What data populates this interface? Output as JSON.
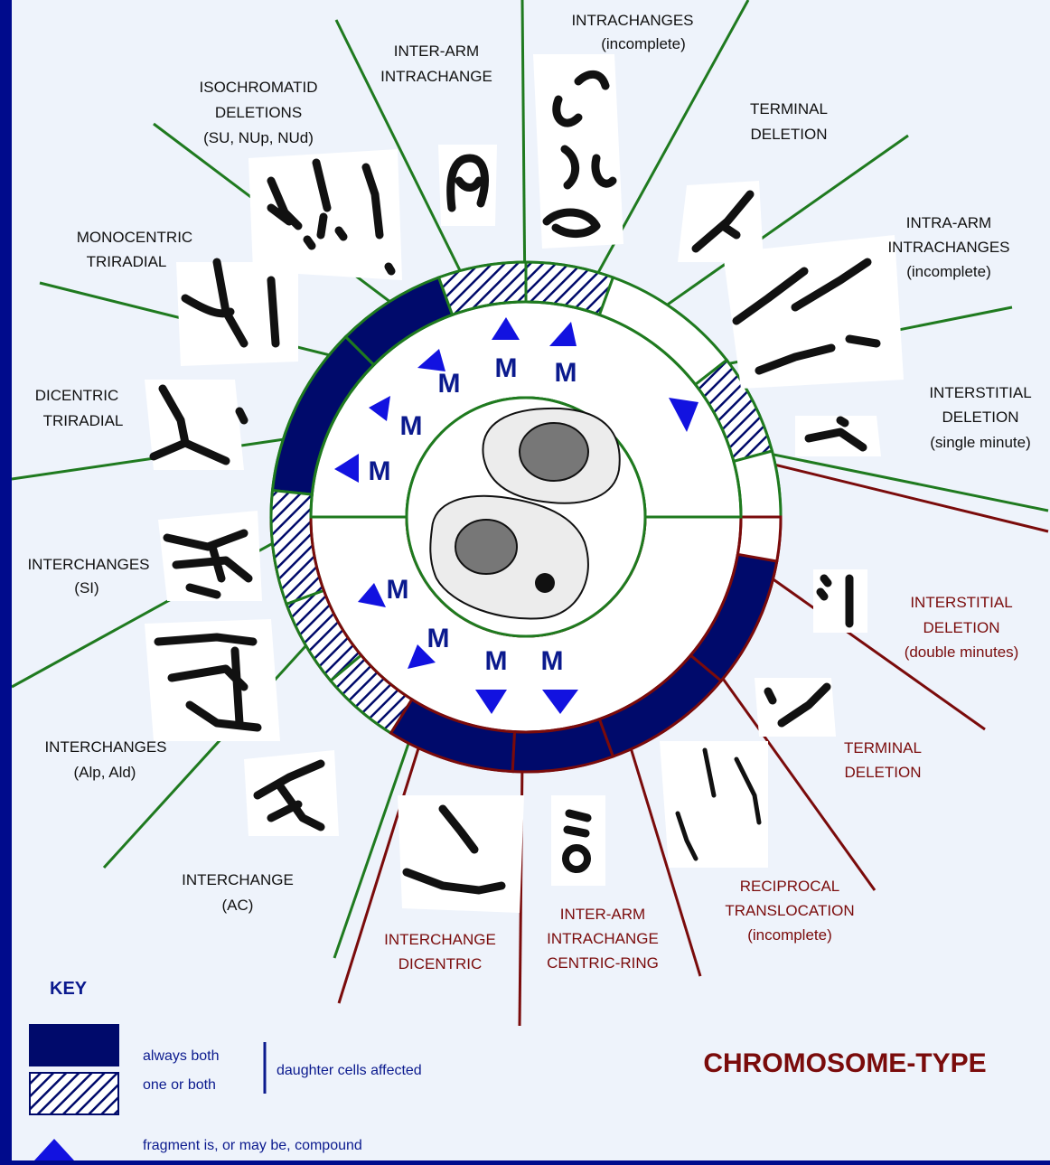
{
  "diagram": {
    "colors": {
      "background": "#000b8c",
      "panel": "#eef3fb",
      "green_line": "#1f7a1f",
      "red_line": "#7a0b0b",
      "band_navy": "#000a6b",
      "arrow_blue": "#1212e0"
    },
    "mark_letter": "M",
    "chromatid_labels": [
      [
        "INTRACHANGES",
        "(incomplete)"
      ],
      [
        "INTER-ARM",
        "INTRACHANGE"
      ],
      [
        "ISOCHROMATID",
        "DELETIONS",
        "(SU, NUp, NUd)"
      ],
      [
        "TERMINAL",
        "DELETION"
      ],
      [
        "INTRA-ARM",
        "INTRACHANGES",
        "(incomplete)"
      ],
      [
        "MONOCENTRIC",
        "TRIRADIAL"
      ],
      [
        "DICENTRIC",
        "TRIRADIAL"
      ],
      [
        "INTERSTITIAL",
        "DELETION",
        "(single minute)"
      ],
      [
        "INTERCHANGES",
        "(SI)"
      ],
      [
        "INTERCHANGES",
        "(Alp, Ald)"
      ],
      [
        "INTERCHANGE",
        "(AC)"
      ]
    ],
    "chromosome_labels": [
      [
        "INTERSTITIAL",
        "DELETION",
        "(double minutes)"
      ],
      [
        "TERMINAL",
        "DELETION"
      ],
      [
        "RECIPROCAL",
        "TRANSLOCATION",
        "(incomplete)"
      ],
      [
        "INTERCHANGE",
        "DICENTRIC"
      ],
      [
        "INTER-ARM",
        "INTRACHANGE",
        "CENTRIC-RING"
      ]
    ],
    "type_title": "CHROMOSOME-TYPE"
  },
  "key": {
    "title": "KEY",
    "always_both": "always both",
    "one_or_both": "one or both",
    "daughter_cells": "daughter cells affected",
    "fragment_note": "fragment is, or may be, compound"
  }
}
